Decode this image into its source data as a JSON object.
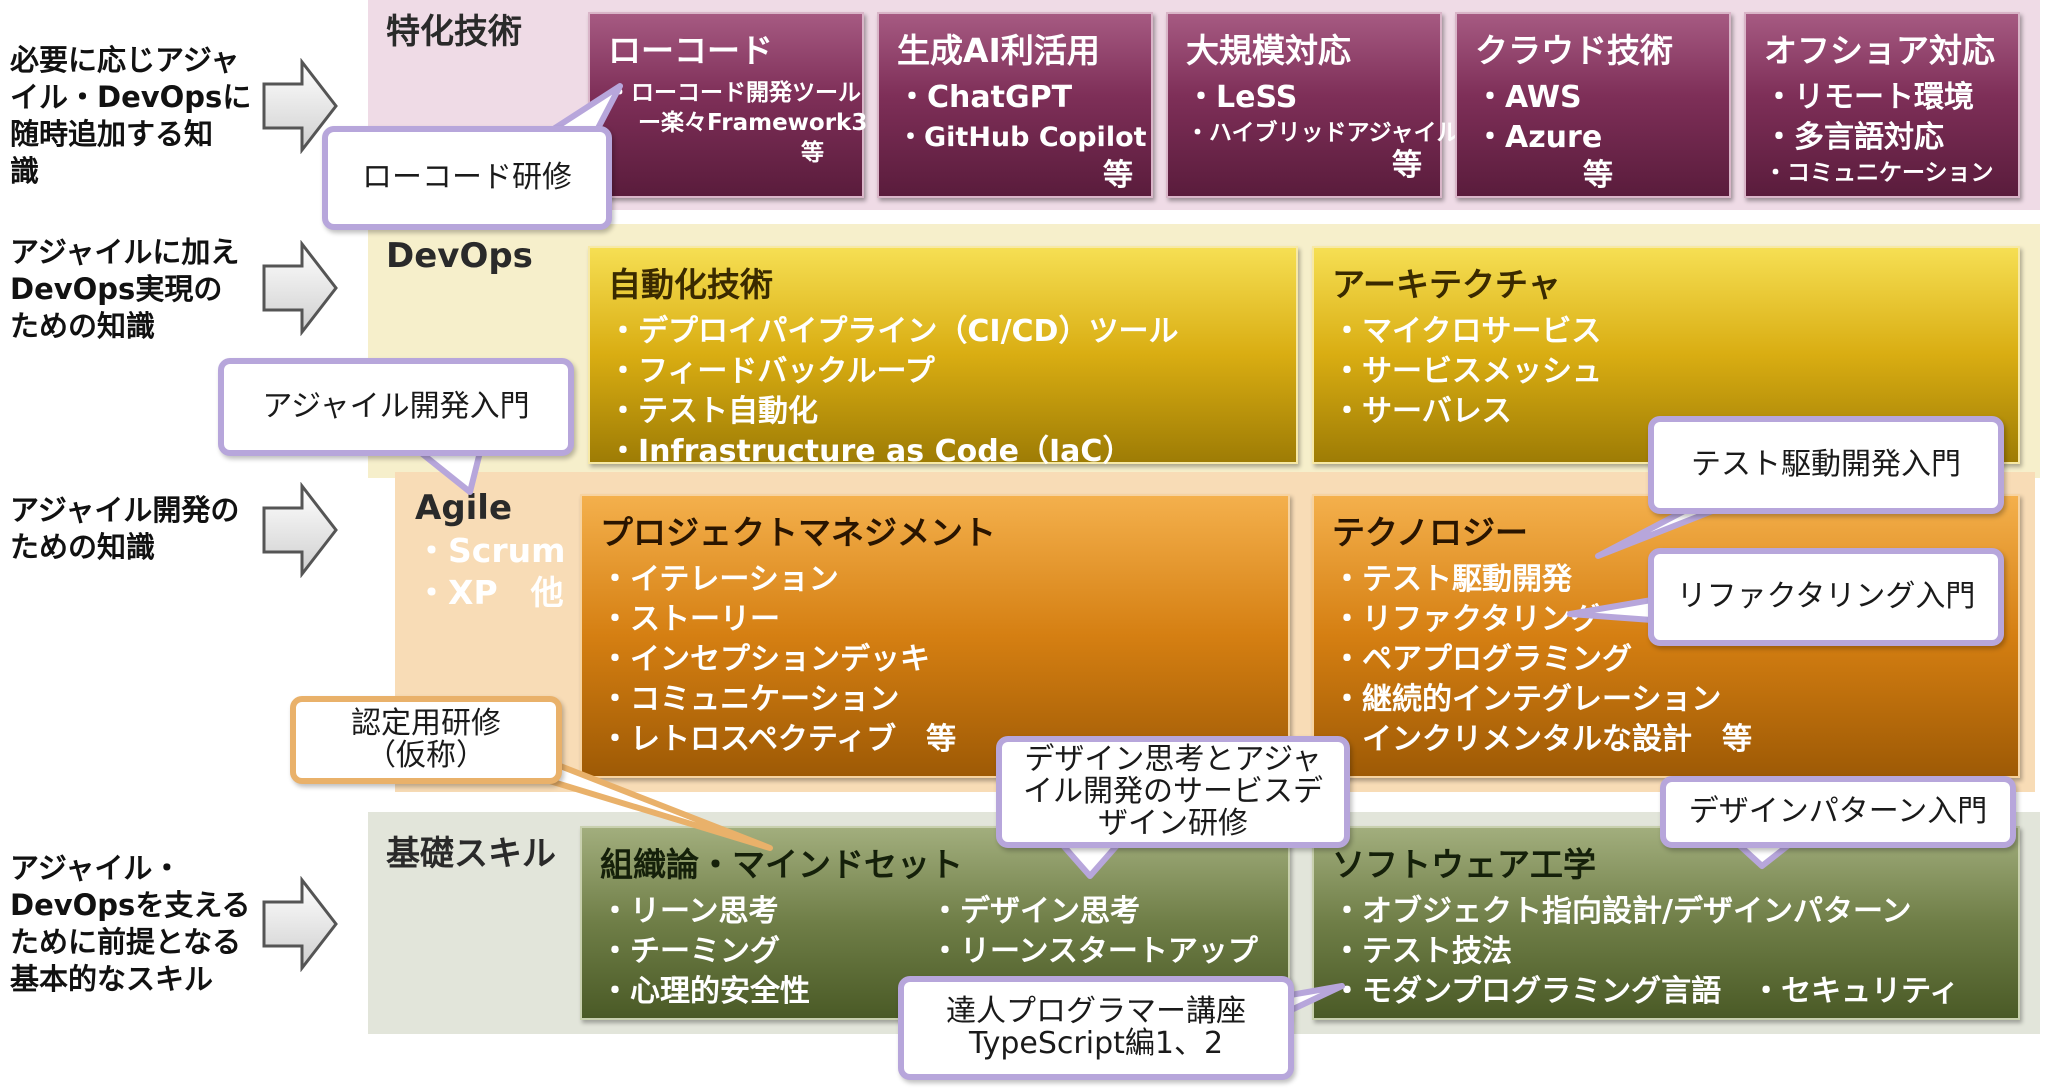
{
  "left_labels": {
    "specialized": [
      "必要に応じアジャ",
      "イル・DevOpsに",
      "随時追加する知",
      "識"
    ],
    "devops": [
      "アジャイルに加え",
      "DevOps実現の",
      "ための知識"
    ],
    "agile": [
      "アジャイル開発の",
      "ための知識"
    ],
    "basic": [
      "アジャイル・",
      "DevOpsを支える",
      "ために前提となる",
      "基本的なスキル"
    ]
  },
  "layers": {
    "specialized": {
      "title": "特化技術",
      "boxes": [
        {
          "title": "ローコード",
          "items": [
            "・ローコード開発ツール",
            "ー楽々Framework3"
          ],
          "trail": "等"
        },
        {
          "title": "生成AI利活用",
          "items": [
            "・ChatGPT",
            "・GitHub Copilot"
          ],
          "trail": "等"
        },
        {
          "title": "大規模対応",
          "items": [
            "・LeSS",
            "・ハイブリッドアジャイル"
          ],
          "trail": "等"
        },
        {
          "title": "クラウド技術",
          "items": [
            "・AWS",
            "・Azure"
          ],
          "trail": "等"
        },
        {
          "title": "オフショア対応",
          "items": [
            "・リモート環境",
            "・多言語対応",
            "・コミュニケーション"
          ]
        }
      ]
    },
    "devops": {
      "title": "DevOps",
      "boxes": [
        {
          "title": "自動化技術",
          "items": [
            "・デプロイパイプライン（CI/CD）ツール",
            "・フィードバックループ",
            "・テスト自動化",
            "・Infrastructure as Code（IaC）"
          ]
        },
        {
          "title": "アーキテクチャ",
          "items": [
            "・マイクロサービス",
            "・サービスメッシュ",
            "・サーバレス"
          ]
        }
      ]
    },
    "agile": {
      "title": "Agile",
      "items": [
        "・Scrum",
        "・XP　他"
      ],
      "boxes": [
        {
          "title": "プロジェクトマネジメント",
          "items": [
            "・イテレーション",
            "・ストーリー",
            "・インセプションデッキ",
            "・コミュニケーション",
            "・レトロスペクティブ　等"
          ]
        },
        {
          "title": "テクノロジー",
          "items": [
            "・テスト駆動開発",
            "・リファクタリング",
            "・ペアプログラミング",
            "・継続的インテグレーション",
            "　インクリメンタルな設計　等"
          ]
        }
      ]
    },
    "basic": {
      "title": "基礎スキル",
      "boxes": [
        {
          "title": "組織論・マインドセット",
          "items_left": [
            "・リーン思考",
            "・チーミング",
            "・心理的安全性"
          ],
          "items_right": [
            "・デザイン思考",
            "・リーンスタートアップ"
          ]
        },
        {
          "title": "ソフトウェア工学",
          "items": [
            "・オブジェクト指向設計/デザインパターン",
            "・テスト技法",
            "・モダンプログラミング言語　・セキュリティ"
          ]
        }
      ]
    }
  },
  "callouts": {
    "lowcode": "ローコード研修",
    "agile_intro": "アジャイル開発入門",
    "tdd_intro": "テスト駆動開発入門",
    "refactoring_intro": "リファクタリング入門",
    "certification": [
      "認定用研修",
      "（仮称）"
    ],
    "design_thinking": [
      "デザイン思考とアジャ",
      "イル開発のサービスデ",
      "ザイン研修"
    ],
    "design_pattern_intro": "デザインパターン入門",
    "master_programmer": [
      "達人プログラマー講座",
      "TypeScript編1、2"
    ]
  },
  "colors": {
    "specialized_band": "#efdbe6",
    "devops_band": "#f6efcb",
    "agile_band": "#f8dcb6",
    "basic_band": "#e2e5da",
    "callout_border": "#b7a6db",
    "certification_border": "#e9b16a"
  }
}
